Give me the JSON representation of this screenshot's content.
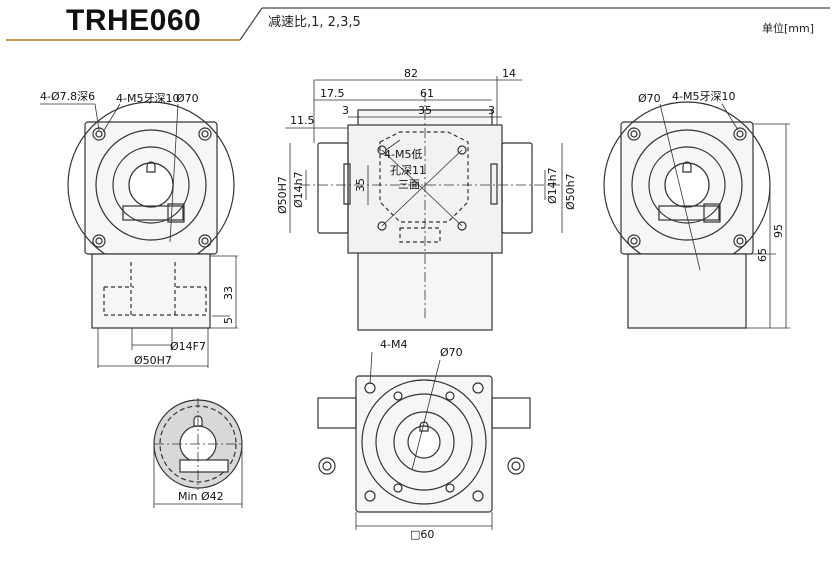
{
  "header": {
    "model": "TRHE060",
    "ratio_label": "减速比,1, 2,3,5",
    "unit_label": "单位[mm]"
  },
  "views": {
    "left": {
      "hole_label": "4-Ø7.8深6",
      "thread_label": "4-M5牙深10",
      "pcd_label": "Ø70",
      "height_33": "33",
      "height_5": "5",
      "bore_label": "Ø14F7",
      "pilot_label": "Ø50H7"
    },
    "center": {
      "w82": "82",
      "w14": "14",
      "w17_5": "17.5",
      "w61": "61",
      "w3a": "3",
      "w35": "35",
      "w3b": "3",
      "w11_5": "11.5",
      "d50h7_left": "Ø50H7",
      "d14h7_left": "Ø14h7",
      "v35": "35",
      "thread_note_line1": "4-M5低",
      "thread_note_line2": "孔深11",
      "thread_note_line3": "三面",
      "d14h7_right": "Ø14h7",
      "d50h7_right": "Ø50h7"
    },
    "right": {
      "pcd_label": "Ø70",
      "thread_label": "4-M5牙深10",
      "h65": "65",
      "h95": "95"
    },
    "bottom": {
      "thread_label": "4-M4",
      "pcd_label": "Ø70",
      "square_label": "□60"
    },
    "section": {
      "min_label": "Min Ø42"
    }
  }
}
